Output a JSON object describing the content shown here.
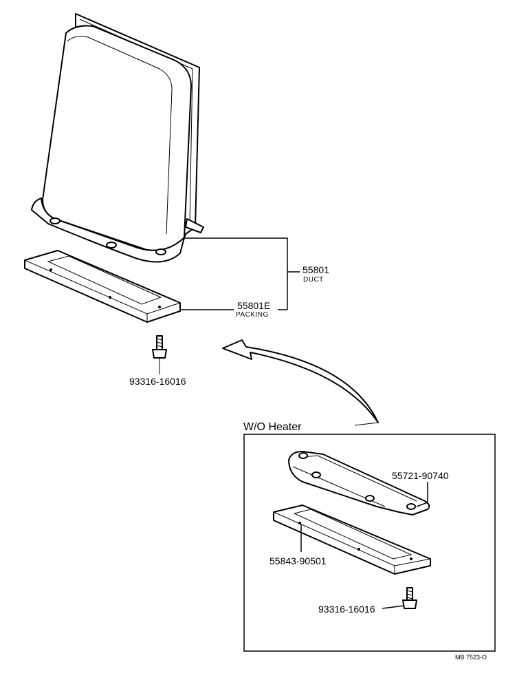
{
  "main_assembly": {
    "duct_number": "55801",
    "duct_name": "DUCT",
    "packing_number": "55801E",
    "packing_name": "PACKING",
    "bolt_number": "93316-16016"
  },
  "inset": {
    "title": "W/O Heater",
    "cover_number": "55721-90740",
    "packing_number": "55843-90501",
    "bolt_number": "93316-16016"
  },
  "reference_code": "MB 7523-O"
}
